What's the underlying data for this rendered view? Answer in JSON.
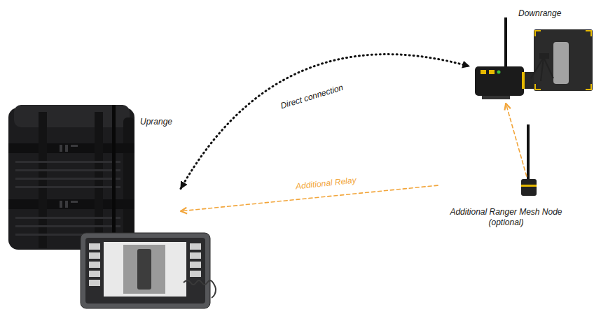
{
  "diagram": {
    "nodes": [
      {
        "text": [
          "Uprange"
        ]
      },
      {
        "text": [
          "Downrange"
        ]
      },
      {
        "text": [
          "Additional Ranger Mesh Node (optional)"
        ]
      }
    ],
    "edges": [
      {
        "from": 0,
        "to": 1,
        "arrow": "both",
        "label": "Direct connection"
      },
      {
        "from": 2,
        "to": 0,
        "arrow": "to",
        "label": "Additional Relay"
      },
      {
        "from": 2,
        "to": 1,
        "arrow": "to"
      }
    ]
  }
}
